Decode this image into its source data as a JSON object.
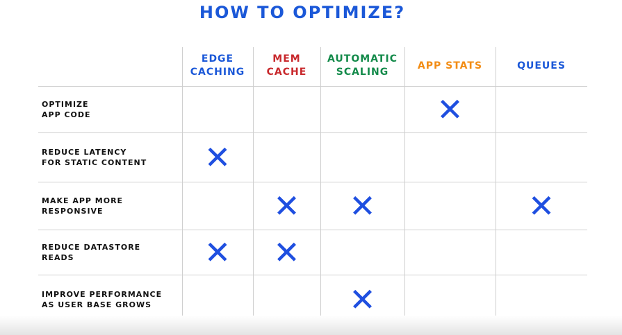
{
  "title": "HOW TO OPTIMIZE?",
  "columns": [
    {
      "label": "EDGE\nCACHING",
      "color": "#1b58d8"
    },
    {
      "label": "MEM\nCACHE",
      "color": "#c8282c"
    },
    {
      "label": "AUTOMATIC\nSCALING",
      "color": "#138a4a"
    },
    {
      "label": "APP STATS",
      "color": "#f28c14"
    },
    {
      "label": "QUEUES",
      "color": "#1b58d8"
    }
  ],
  "rows": [
    {
      "label": "OPTIMIZE\nAPP CODE",
      "marks": [
        false,
        false,
        false,
        true,
        false
      ]
    },
    {
      "label": "REDUCE LATENCY\nFOR STATIC CONTENT",
      "marks": [
        true,
        false,
        false,
        false,
        false
      ]
    },
    {
      "label": "MAKE APP MORE\nRESPONSIVE",
      "marks": [
        false,
        true,
        true,
        false,
        true
      ]
    },
    {
      "label": "REDUCE DATASTORE\nREADS",
      "marks": [
        true,
        true,
        false,
        false,
        false
      ]
    },
    {
      "label": "IMPROVE PERFORMANCE\nAS USER BASE GROWS",
      "marks": [
        false,
        false,
        true,
        false,
        false
      ]
    }
  ],
  "mark_symbol": "✕",
  "mark_color": "#1f4fe0"
}
